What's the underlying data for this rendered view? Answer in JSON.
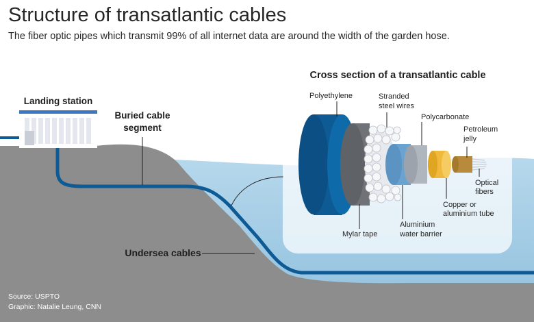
{
  "header": {
    "title": "Structure of transatlantic cables",
    "subtitle": "The fiber optic pipes which transmit 99% of all internet data are around the width of the garden hose."
  },
  "labels": {
    "landing_station": "Landing station",
    "buried_line1": "Buried cable",
    "buried_line2": "segment",
    "undersea": "Undersea cables"
  },
  "cross_section": {
    "title": "Cross section of a transatlantic cable",
    "layers": {
      "polyethylene": "Polyethylene",
      "stranded_line1": "Stranded",
      "stranded_line2": "steel wires",
      "polycarbonate": "Polycarbonate",
      "petroleum_line1": "Petroleum",
      "petroleum_line2": "jelly",
      "optical_line1": "Optical",
      "optical_line2": "fibers",
      "copper_line1": "Copper or",
      "copper_line2": "aluminium tube",
      "aluminium_line1": "Aluminium",
      "aluminium_line2": "water barrier",
      "mylar": "Mylar tape"
    }
  },
  "credits": {
    "source": "Source: USPTO",
    "graphic": "Graphic: Natalie Leung, CNN"
  },
  "colors": {
    "cable": "#0d5a94",
    "sea": "#9ec9e4",
    "ground": "#8d8d8d",
    "polyethylene": "#0d5a94",
    "copper": "#f0b93b"
  }
}
